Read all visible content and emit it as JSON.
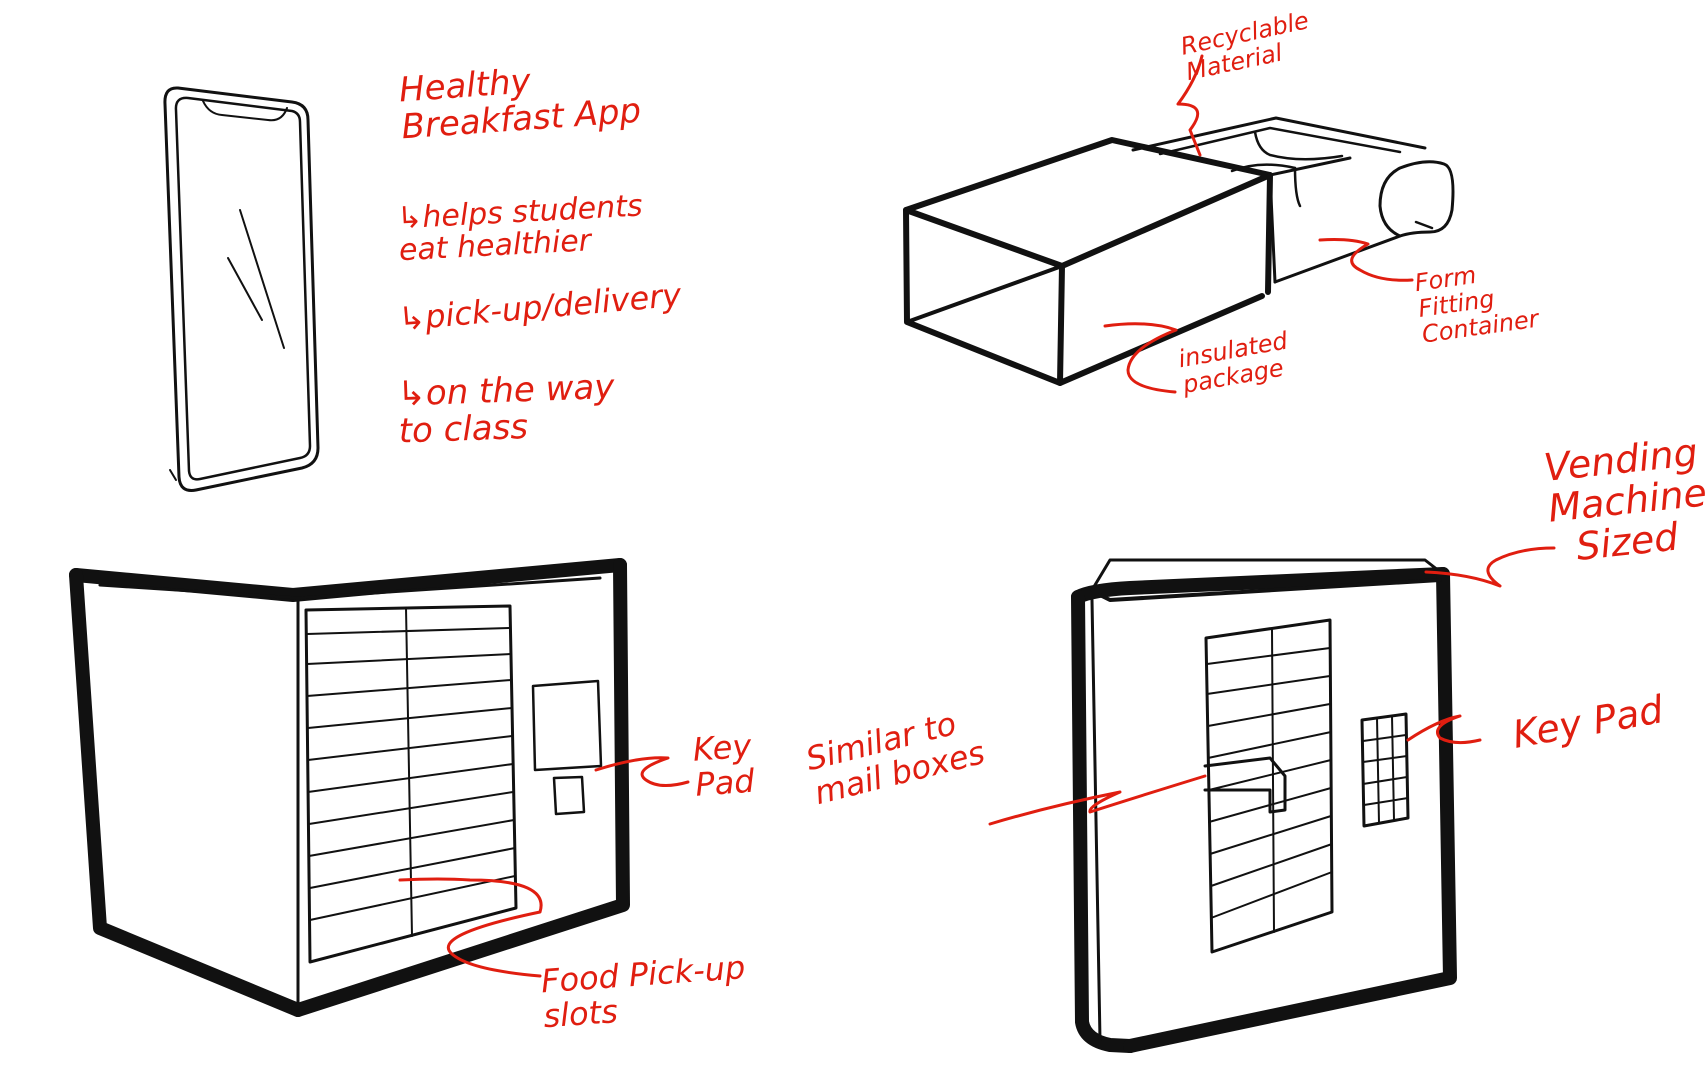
{
  "colors": {
    "ink": "#111111",
    "annotation": "#e01e10",
    "background": "#ffffff"
  },
  "icons": [
    "smartphone-icon",
    "insulated-box-icon",
    "pickup-locker-icon",
    "vending-locker-icon"
  ],
  "notes": {
    "app_title": "Healthy Breakfast App",
    "bullet_1": "↳helps students eat healthier",
    "bullet_2": "↳pick-up/delivery",
    "bullet_3": "↳on the way to class"
  },
  "package": {
    "recyclable": "Recyclable Material",
    "form_fitting": "Form Fitting Container",
    "insulated": "insulated package"
  },
  "lockers": {
    "key_pad_left": "Key Pad",
    "similar": "Similar to mail boxes",
    "food_slots": "Food Pick-up slots",
    "vending": "Vending Machine Sized",
    "key_pad_right": "Key Pad"
  }
}
